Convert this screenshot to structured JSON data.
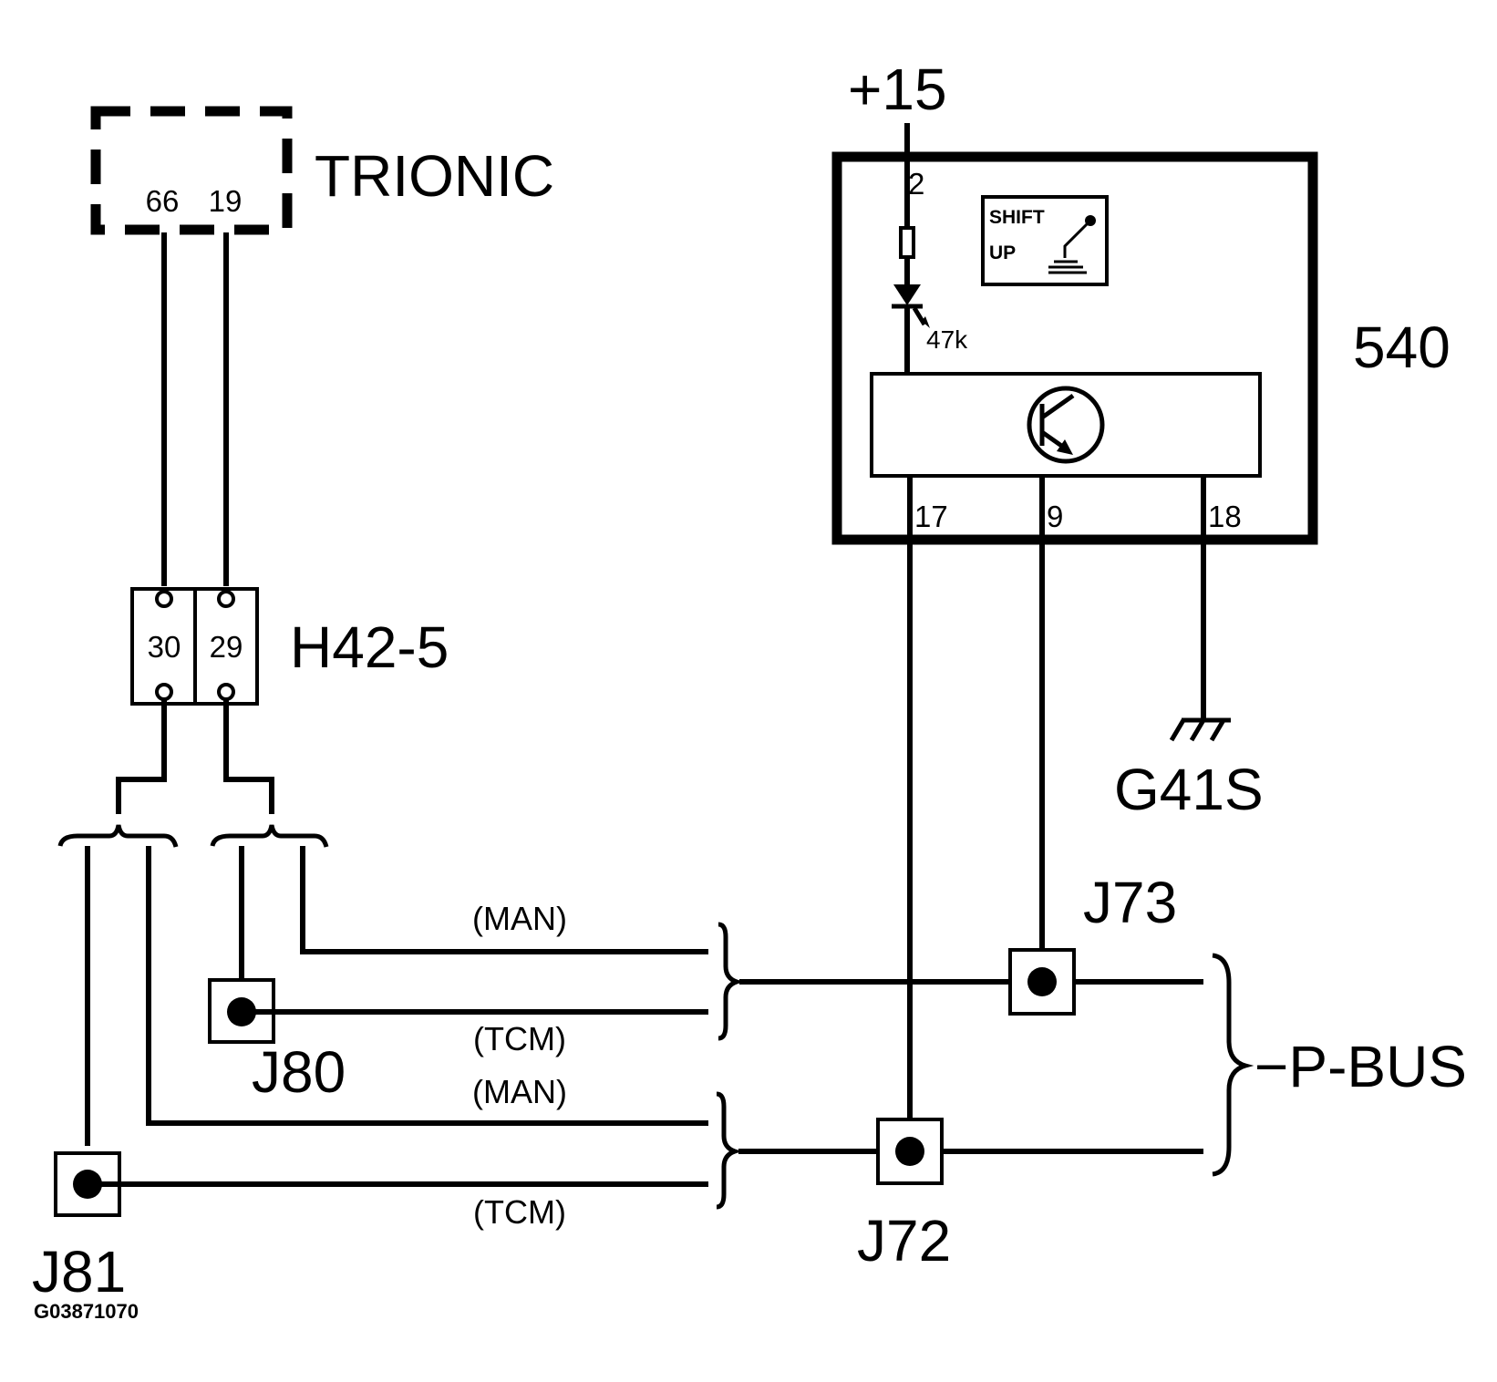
{
  "labels": {
    "supply": "+15",
    "trionic": "TRIONIC",
    "trionic_pin_a": "66",
    "trionic_pin_b": "19",
    "module": "540",
    "pin_supply": "2",
    "resistor": "47k",
    "shift_line1": "SHIFT",
    "shift_line2": "UP",
    "pin_17": "17",
    "pin_9": "9",
    "pin_18": "18",
    "ground": "G41S",
    "connector": "H42-5",
    "connector_pin_a": "30",
    "connector_pin_b": "29",
    "j73": "J73",
    "j80": "J80",
    "j81": "J81",
    "j72": "J72",
    "man_upper": "(MAN)",
    "tcm_upper": "(TCM)",
    "man_lower": "(MAN)",
    "tcm_lower": "(TCM)",
    "bus": "−P-BUS",
    "figure_code": "G03871070"
  }
}
